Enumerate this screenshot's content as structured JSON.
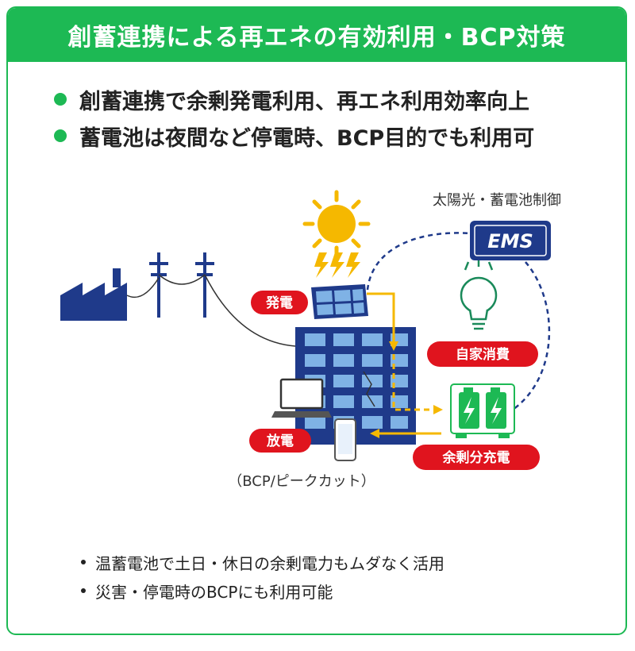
{
  "header": {
    "title": "創蓄連携による再エネの有効利用・BCP対策"
  },
  "bullets": [
    "創蓄連携で余剰発電利用、再エネ利用効率向上",
    "蓄電池は夜間など停電時、BCP目的でも利用可"
  ],
  "diagram": {
    "ems_caption": "太陽光・蓄電池制御",
    "ems_label": "EMS",
    "label_generation": "発電",
    "label_self_consumption": "自家消費",
    "label_discharge": "放電",
    "label_surplus_charge": "余剰分充電",
    "bcp_caption": "（BCP/ピークカット）"
  },
  "notes": [
    "温蓄電池で土日・休日の余剰電力もムダなく活用",
    "災害・停電時のBCPにも利用可能"
  ],
  "colors": {
    "green": "#1db954",
    "navy": "#1f3a8a",
    "red": "#e0141e",
    "yellow": "#f5b800",
    "window": "#7fb2e5"
  }
}
